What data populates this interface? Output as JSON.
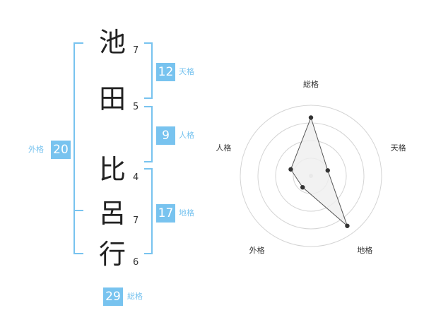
{
  "name": {
    "chars": [
      {
        "char": "池",
        "strokes": "7"
      },
      {
        "char": "田",
        "strokes": "5"
      },
      {
        "char": "比",
        "strokes": "4"
      },
      {
        "char": "呂",
        "strokes": "7"
      },
      {
        "char": "行",
        "strokes": "6"
      }
    ]
  },
  "fortunes": {
    "tenkaku": {
      "value": "12",
      "label": "天格"
    },
    "jinkaku": {
      "value": "9",
      "label": "人格"
    },
    "chikaku": {
      "value": "17",
      "label": "地格"
    },
    "gaikaku": {
      "value": "20",
      "label": "外格"
    },
    "soukaku": {
      "value": "29",
      "label": "総格"
    }
  },
  "colors": {
    "accent": "#78c3ef"
  },
  "chart_data": {
    "type": "radar",
    "axes": [
      "総格",
      "天格",
      "地格",
      "外格",
      "人格"
    ],
    "max": 4,
    "values": [
      3.3,
      1.0,
      3.5,
      0.8,
      1.2
    ],
    "fill": "#efefef",
    "line_color": "#555555"
  }
}
